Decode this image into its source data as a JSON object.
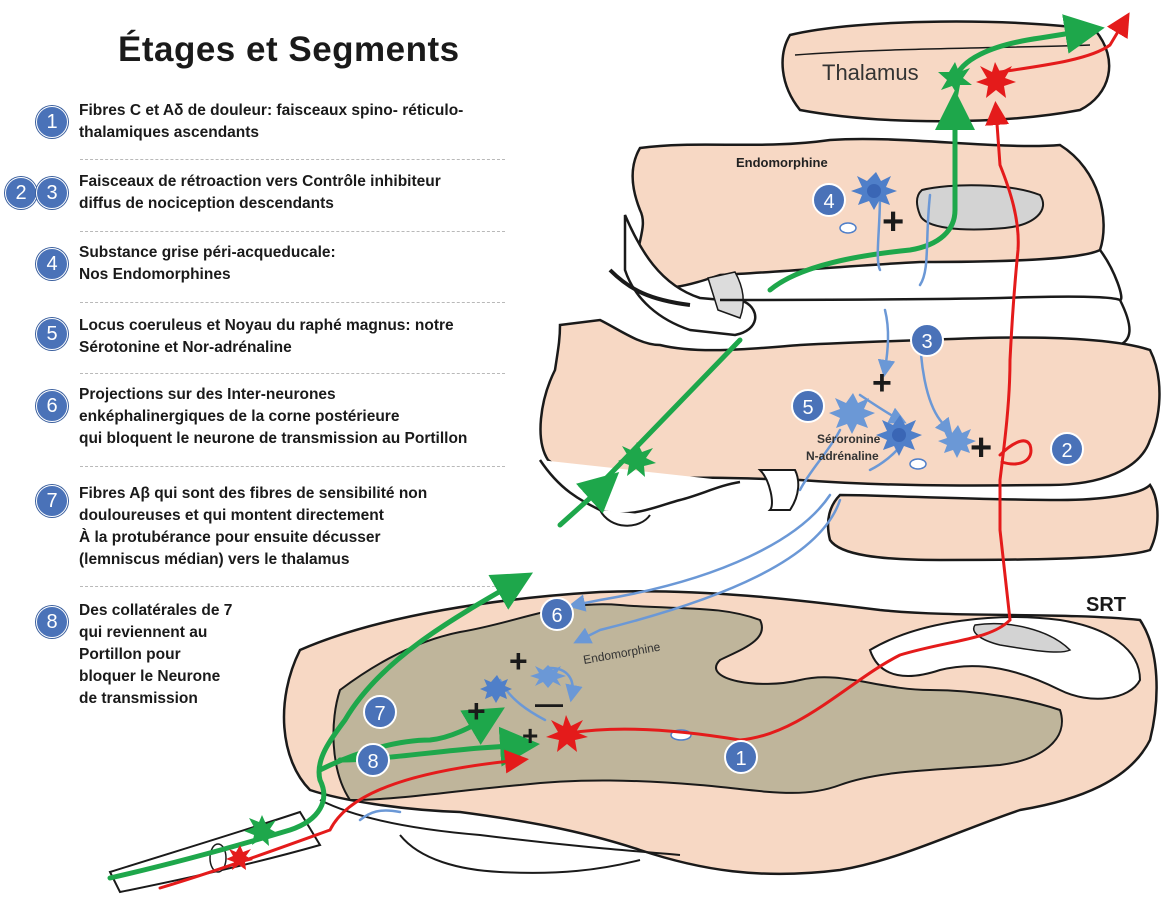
{
  "title": "Étages et Segments",
  "legend": [
    {
      "num": "1",
      "lines": [
        "Fibres C et Aδ de douleur: faisceaux spino- réticulo-",
        "thalamiques ascendants"
      ]
    },
    {
      "num": "3",
      "num2": "2",
      "lines": [
        "Faisceaux de rétroaction vers Contrôle inhibiteur",
        "diffus de nociception descendants"
      ]
    },
    {
      "num": "4",
      "lines": [
        "Substance grise péri-acqueducale:",
        "Nos Endomorphines"
      ]
    },
    {
      "num": "5",
      "lines": [
        "Locus coeruleus et Noyau du raphé magnus: notre",
        "Sérotonine et Nor-adrénaline"
      ]
    },
    {
      "num": "6",
      "lines": [
        "Projections sur des Inter-neurones",
        "enképhalinergiques de la corne postérieure",
        "qui bloquent le neurone de transmission au Portillon"
      ]
    },
    {
      "num": "7",
      "lines": [
        "Fibres Aβ qui sont des fibres de sensibilité non",
        "douloureuses et qui montent directement",
        "À la protubérance pour ensuite décusser",
        "(lemniscus médian) vers le thalamus"
      ]
    },
    {
      "num": "8",
      "lines": [
        "Des collatérales de 7",
        "qui reviennent au",
        "Portillon pour",
        "bloquer le Neurone",
        "de transmission"
      ]
    }
  ],
  "labels": {
    "thalamus": "Thalamus",
    "endomorphine_top": "Endomorphine",
    "serotonine": "Séroronine",
    "nadrenaline": "N-adrénaline",
    "srt": "SRT",
    "endomorphine_bottom": "Endomorphine"
  },
  "diagram_badges": [
    "4",
    "3",
    "5",
    "2",
    "6",
    "7",
    "8",
    "1"
  ],
  "signs": {
    "plus": "+",
    "minus": "—"
  },
  "colors": {
    "badge": "#4a72b8",
    "tissue": "#f7d8c4",
    "gray_matter": "#bfb59b",
    "green_fiber": "#1ea74b",
    "red_fiber": "#e41b1b",
    "blue_fiber": "#6b98d6",
    "neuron_blue": "#4f7fc9"
  }
}
